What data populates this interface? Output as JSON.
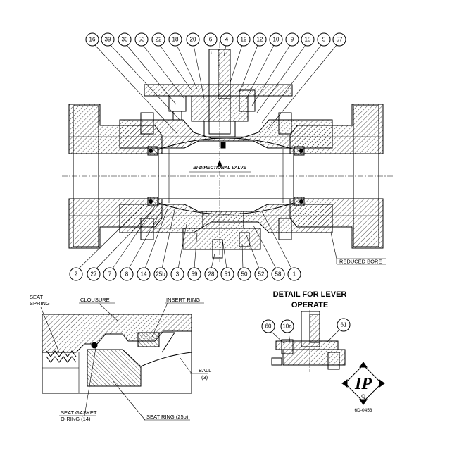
{
  "top_callouts": [
    "16",
    "39",
    "30",
    "53",
    "22",
    "18",
    "20",
    "6",
    "4",
    "19",
    "12",
    "10",
    "9",
    "15",
    "5",
    "57"
  ],
  "bottom_callouts": [
    "2",
    "27",
    "7",
    "8",
    "14",
    "25b",
    "3",
    "59",
    "28",
    "51",
    "50",
    "52",
    "58",
    "1"
  ],
  "main_labels": {
    "flow_text": "BI-DIRECTIONAL VALVE",
    "reduced_bore": "REDUCED BORE"
  },
  "seat_detail": {
    "seat_spring_line1": "SEAT",
    "seat_spring_line2": "SPRING",
    "closure": "CLOUSURE",
    "insert_ring": "INSERT RING",
    "ball_line1": "BALL",
    "ball_line2": "(3)",
    "seat_gasket_line1": "SEAT GASKET",
    "seat_gasket_line2": "O-RING (14)",
    "seat_ring": "SEAT RING (25b)"
  },
  "lever_detail": {
    "title_line1": "DETAIL FOR LEVER",
    "title_line2": "OPERATE",
    "callouts": [
      "60",
      "10a",
      "61"
    ]
  },
  "logo": {
    "mark": "IP",
    "sub": "Q",
    "code": "6D-0453"
  }
}
